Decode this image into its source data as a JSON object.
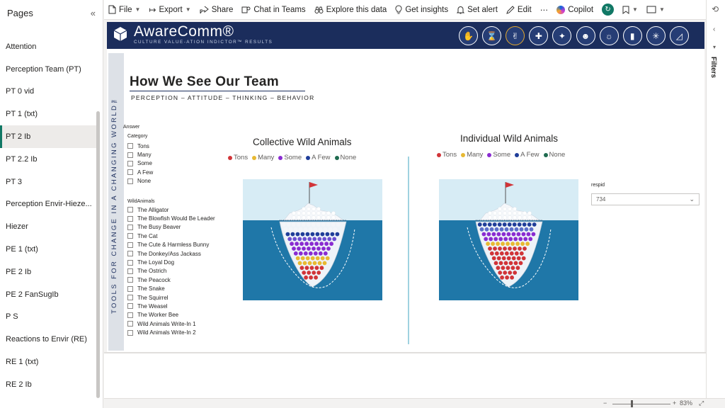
{
  "pages_pane": {
    "title": "Pages",
    "collapse_glyph": "«",
    "items": [
      {
        "label": "Attention"
      },
      {
        "label": "Perception Team (PT)"
      },
      {
        "label": "PT 0 vid"
      },
      {
        "label": "PT 1 (txt)"
      },
      {
        "label": "PT 2 Ib",
        "active": true
      },
      {
        "label": "PT 2.2 Ib"
      },
      {
        "label": "PT 3"
      },
      {
        "label": "Perception Envir-Hieze..."
      },
      {
        "label": "Hiezer"
      },
      {
        "label": "PE 1 (txt)"
      },
      {
        "label": "PE 2 Ib"
      },
      {
        "label": "PE 2 FanSugIb"
      },
      {
        "label": "P S"
      },
      {
        "label": "Reactions to Envir (RE)"
      },
      {
        "label": "RE 1 (txt)"
      },
      {
        "label": "RE 2 Ib"
      }
    ]
  },
  "toolbar": {
    "file": "File",
    "export": "Export",
    "share": "Share",
    "chat": "Chat in Teams",
    "explore": "Explore this data",
    "insights": "Get insights",
    "alert": "Set alert",
    "edit": "Edit",
    "more": "⋯",
    "copilot": "Copilot",
    "icons": {
      "file": "file-icon",
      "export": "export-arrow-icon",
      "share": "share-icon",
      "chat": "teams-icon",
      "explore": "binoculars-icon",
      "insights": "lightbulb-icon",
      "alert": "bell-icon",
      "edit": "pencil-icon",
      "sync": "refresh-icon",
      "bookmark": "bookmark-icon",
      "view": "window-icon"
    }
  },
  "filters_pane": {
    "label": "Filters"
  },
  "status": {
    "zoom_minus": "−",
    "zoom_plus": "+",
    "zoom": "83%",
    "zoom_level_pct": 83
  },
  "banner": {
    "brand": "AwareComm®",
    "tagline": "CULTURE VALUE-ATION INDICTOR™ RESULTS",
    "nav_icons": [
      "hand-icon",
      "hourglass-icon",
      "hands-icon",
      "puzzle-icon",
      "handshake-icon",
      "team-icon",
      "lightbulb-icon",
      "bar-chart-icon",
      "network-icon",
      "growth-chart-icon"
    ],
    "active_nav": 2
  },
  "sidebar_text": "TOOLS FOR CHANGE IN A CHANGING WORLD™",
  "page": {
    "title": "How We See Our Team",
    "subtitle": "PERCEPTION – ATTITUDE – THINKING – BEHAVIOR"
  },
  "slicers": {
    "answer": {
      "title": "Answer",
      "subtitle": "Category",
      "options": [
        "Tons",
        "Many",
        "Some",
        "A Few",
        "None"
      ]
    },
    "animals": {
      "title": "WildAnimals",
      "options": [
        "The Alligator",
        "The Blowfish Would Be Leader",
        "The Busy Beaver",
        "The Cat",
        "The Cute & Harmless Bunny",
        "The Donkey/Ass Jackass",
        "The Loyal Dog",
        "The Ostrich",
        "The Peacock",
        "The Snake",
        "The Squirrel",
        "The Weasel",
        "The Worker Bee",
        "Wild Animals Write-In 1",
        "Wild Animals Write-In 2"
      ]
    }
  },
  "chart_data": [
    {
      "type": "other",
      "title": "Collective Wild Animals",
      "legend": [
        {
          "label": "Tons",
          "color": "#d13438"
        },
        {
          "label": "Many",
          "color": "#e8b932"
        },
        {
          "label": "Some",
          "color": "#8a2bd1"
        },
        {
          "label": "A Few",
          "color": "#1f3d99"
        },
        {
          "label": "None",
          "color": "#1e6b4f"
        }
      ]
    },
    {
      "type": "other",
      "title": "Individual Wild Animals",
      "legend": [
        {
          "label": "Tons",
          "color": "#d13438"
        },
        {
          "label": "Many",
          "color": "#e8b932"
        },
        {
          "label": "Some",
          "color": "#8a2bd1"
        },
        {
          "label": "A Few",
          "color": "#1f3d99"
        },
        {
          "label": "None",
          "color": "#1e6b4f"
        }
      ]
    }
  ],
  "respid": {
    "label": "respid",
    "value": "734"
  }
}
